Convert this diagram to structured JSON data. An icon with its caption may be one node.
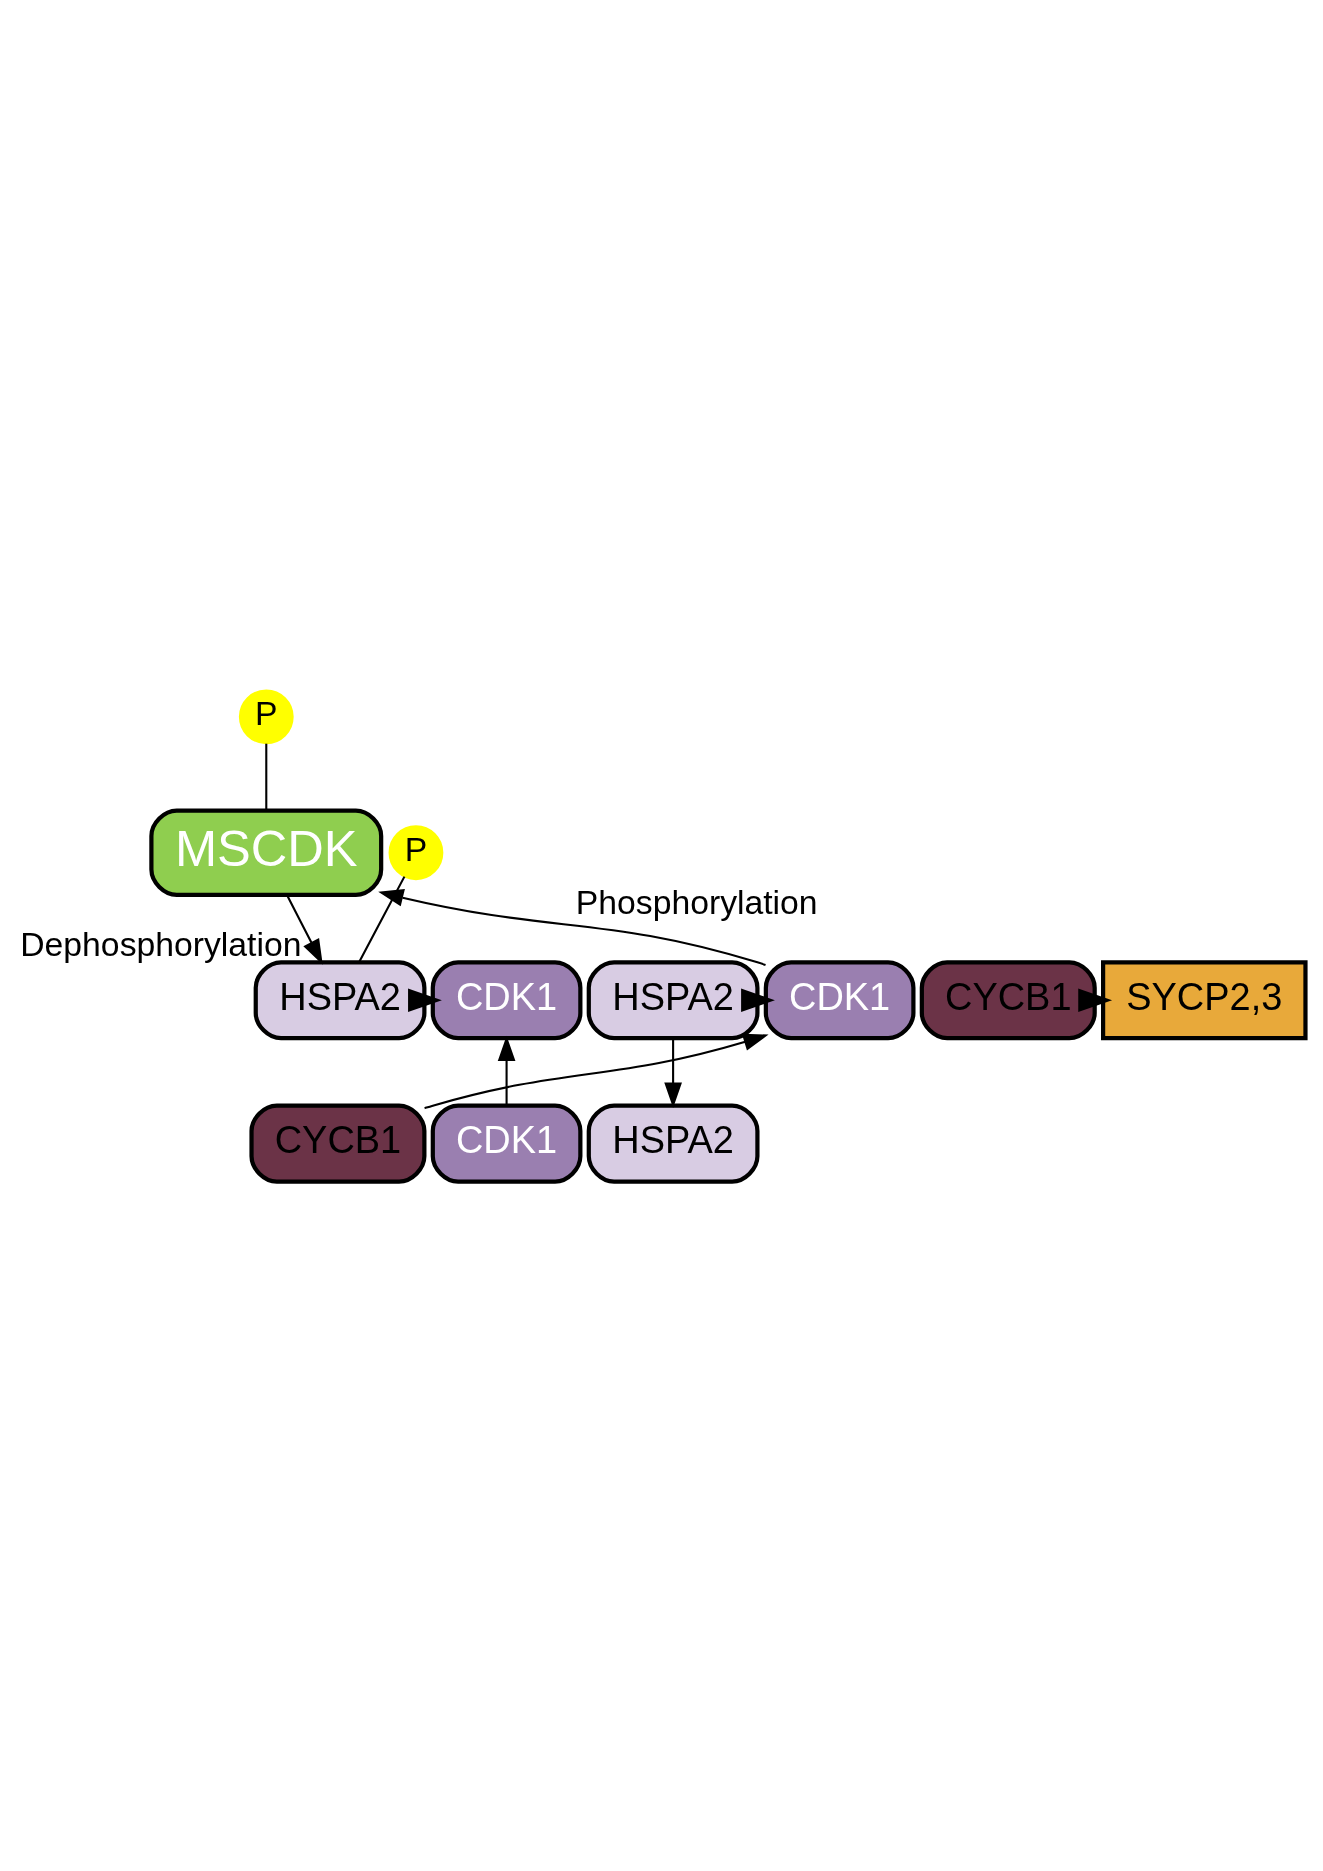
{
  "diagram": {
    "nodes": [
      {
        "text": [
          "P"
        ]
      },
      {
        "text": [
          "MSCDK"
        ]
      },
      {
        "text": [
          "P"
        ]
      },
      {
        "text": [
          "HSPA2"
        ]
      },
      {
        "text": [
          "CDK1"
        ]
      },
      {
        "text": [
          "HSPA2"
        ]
      },
      {
        "text": [
          "CDK1"
        ]
      },
      {
        "text": [
          "CYCB1"
        ]
      },
      {
        "text": [
          "SYCP2,3"
        ]
      },
      {
        "text": [
          "CDK1"
        ]
      },
      {
        "text": [
          "CYCB1"
        ]
      },
      {
        "text": [
          "HSPA2"
        ]
      }
    ],
    "edges": [
      {
        "from": 0,
        "to": 1,
        "arrow": "none"
      },
      {
        "from": 1,
        "to": 3,
        "arrow": "to",
        "label": "Dephosphorylation"
      },
      {
        "from": 2,
        "to": 3,
        "arrow": "none"
      },
      {
        "from": 3,
        "to": 4,
        "arrow": "to",
        "style": "thick"
      },
      {
        "from": 9,
        "to": 4,
        "arrow": "to"
      },
      {
        "from": 5,
        "to": 6,
        "arrow": "to",
        "style": "thick"
      },
      {
        "from": 10,
        "to": 6,
        "arrow": "to"
      },
      {
        "from": 5,
        "to": 11,
        "arrow": "to"
      },
      {
        "from": 6,
        "to": 1,
        "arrow": "to",
        "label": "Phosphorylation"
      },
      {
        "from": 7,
        "to": 8,
        "arrow": "to",
        "style": "thick"
      }
    ]
  }
}
